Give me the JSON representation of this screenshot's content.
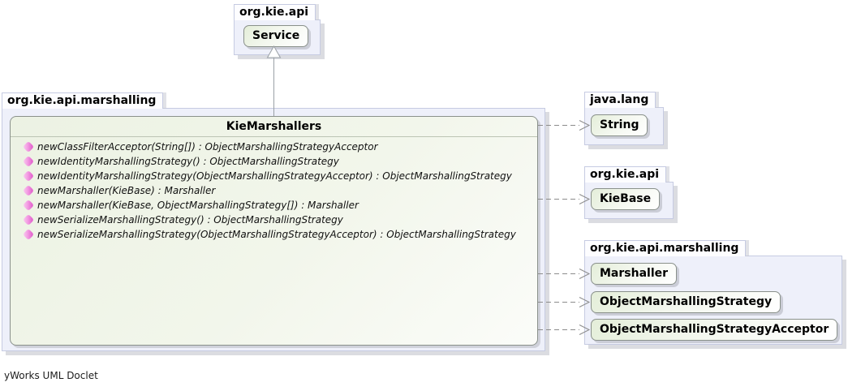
{
  "footer": "yWorks UML Doclet",
  "colors": {
    "package_fill": "#eef0fa",
    "package_border": "#c6cbe2",
    "node_gradient_green": "#e4eed9",
    "node_border": "#8a918b",
    "method_icon_pink": "#ee86de",
    "connector_gray": "#8c8c8c"
  },
  "top_package": {
    "name": "org.kie.api",
    "classes": [
      "Service"
    ]
  },
  "main_package": {
    "name": "org.kie.api.marshalling",
    "class": {
      "title": "KieMarshallers",
      "methods": [
        "newClassFilterAcceptor(String[]) : ObjectMarshallingStrategyAcceptor",
        "newIdentityMarshallingStrategy() : ObjectMarshallingStrategy",
        "newIdentityMarshallingStrategy(ObjectMarshallingStrategyAcceptor) : ObjectMarshallingStrategy",
        "newMarshaller(KieBase) : Marshaller",
        "newMarshaller(KieBase, ObjectMarshallingStrategy[]) : Marshaller",
        "newSerializeMarshallingStrategy() : ObjectMarshallingStrategy",
        "newSerializeMarshallingStrategy(ObjectMarshallingStrategyAcceptor) : ObjectMarshallingStrategy"
      ]
    }
  },
  "right_packages": [
    {
      "name": "java.lang",
      "classes": [
        "String"
      ]
    },
    {
      "name": "org.kie.api",
      "classes": [
        "KieBase"
      ]
    },
    {
      "name": "org.kie.api.marshalling",
      "classes": [
        "Marshaller",
        "ObjectMarshallingStrategy",
        "ObjectMarshallingStrategyAcceptor"
      ]
    }
  ]
}
